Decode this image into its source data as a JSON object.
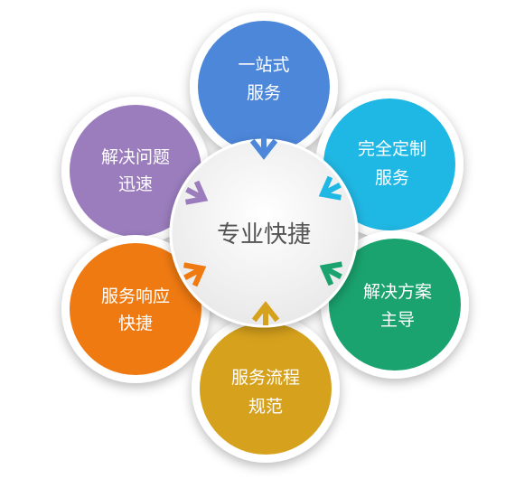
{
  "center": {
    "label": "专业快捷"
  },
  "petals": [
    {
      "id": "top",
      "lines": [
        "一站式",
        "服务"
      ],
      "color": "#4d87da"
    },
    {
      "id": "upper-right",
      "lines": [
        "完全定制",
        "服务"
      ],
      "color": "#1fb8e4"
    },
    {
      "id": "lower-right",
      "lines": [
        "解决方案",
        "主导"
      ],
      "color": "#1aa36e"
    },
    {
      "id": "bottom",
      "lines": [
        "服务流程",
        "规范"
      ],
      "color": "#d6a11c"
    },
    {
      "id": "lower-left",
      "lines": [
        "服务响应",
        "快捷"
      ],
      "color": "#f07a12"
    },
    {
      "id": "upper-left",
      "lines": [
        "解决问题",
        "迅速"
      ],
      "color": "#9b7dbe"
    }
  ]
}
